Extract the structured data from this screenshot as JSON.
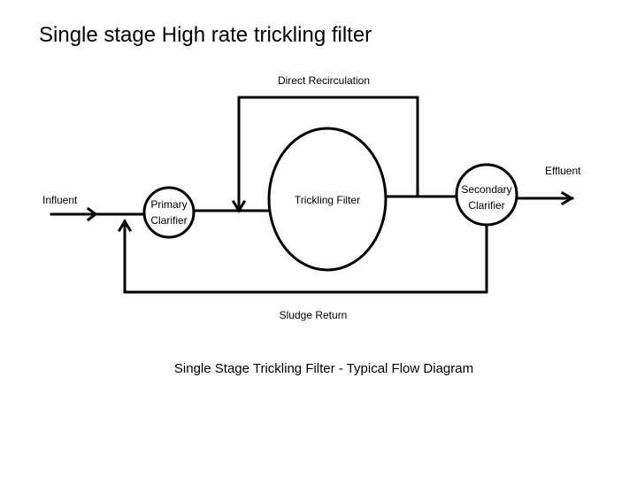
{
  "page": {
    "title": "Single stage High rate trickling filter"
  },
  "diagram": {
    "labels": {
      "influent": "Influent",
      "effluent": "Effluent",
      "direct_recirculation": "Direct Recirculation",
      "sludge_return": "Sludge Return",
      "primary_clarifier_line1": "Primary",
      "primary_clarifier_line2": "Clarifier",
      "trickling_filter": "Trickling Filter",
      "secondary_clarifier_line1": "Secondary",
      "secondary_clarifier_line2": "Clarifier"
    },
    "caption": "Single Stage Trickling Filter - Typical Flow Diagram",
    "colors": {
      "stroke": "#000000",
      "background": "#ffffff"
    }
  }
}
